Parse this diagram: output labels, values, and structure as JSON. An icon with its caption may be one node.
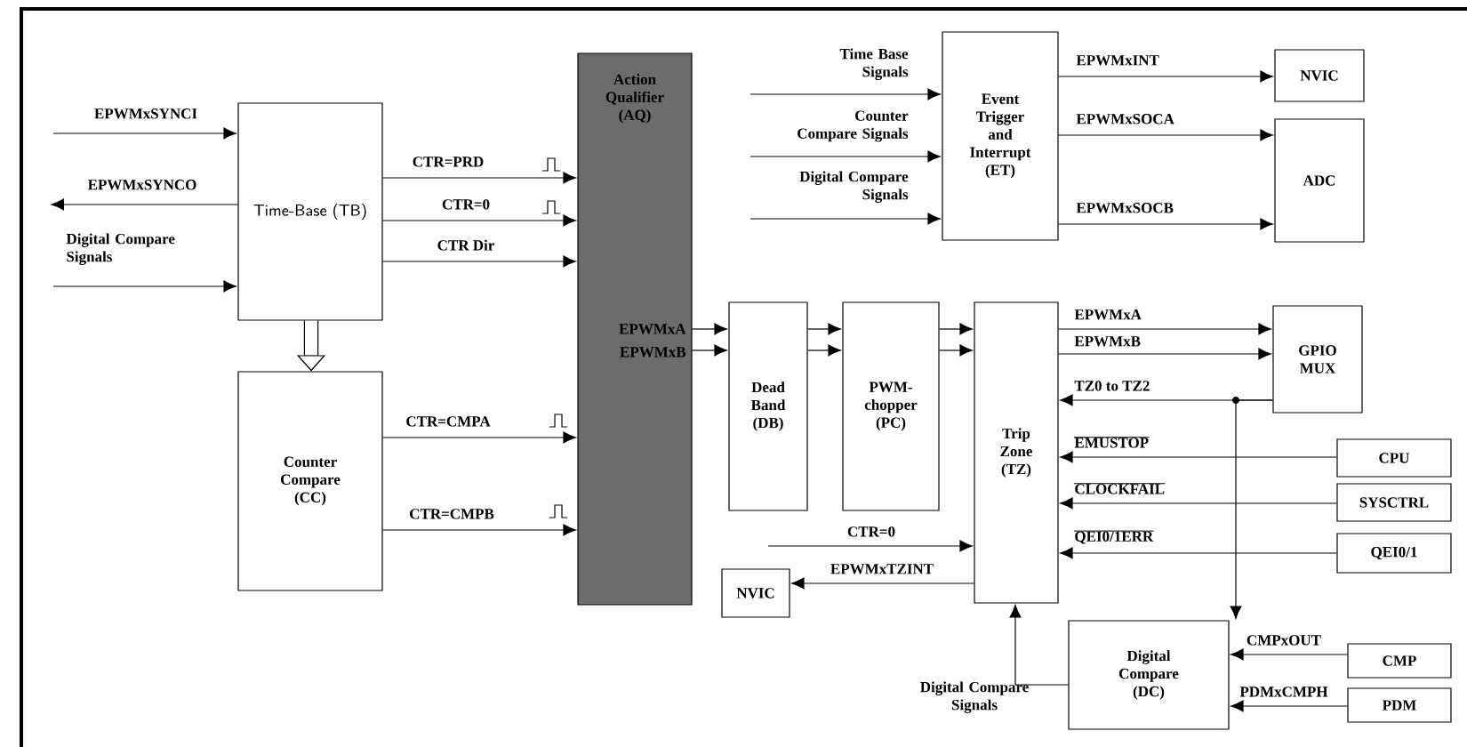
{
  "diagram": {
    "nodes": [
      {
        "text": [
          "Time-Base (TB)"
        ]
      },
      {
        "text": [
          "Counter Compare (CC)"
        ]
      },
      {
        "text": [
          "Action Qualifier (AQ)",
          "EPWMxA",
          "EPWMxB"
        ]
      },
      {
        "text": [
          "Event Trigger and Interrupt (ET)"
        ]
      },
      {
        "text": [
          "NVIC"
        ]
      },
      {
        "text": [
          "ADC"
        ]
      },
      {
        "text": [
          "Dead Band (DB)"
        ]
      },
      {
        "text": [
          "PWM-chopper (PC)"
        ]
      },
      {
        "text": [
          "Trip Zone (TZ)"
        ]
      },
      {
        "text": [
          "GPIO MUX"
        ]
      },
      {
        "text": [
          "CPU"
        ]
      },
      {
        "text": [
          "SYSCTRL"
        ]
      },
      {
        "text": [
          "QEI0/1"
        ]
      },
      {
        "text": [
          "NVIC"
        ]
      },
      {
        "text": [
          "Digital Compare (DC)"
        ]
      },
      {
        "text": [
          "CMP"
        ]
      },
      {
        "text": [
          "PDM"
        ]
      }
    ],
    "edges": [
      {
        "from": null,
        "to": 0,
        "arrow": "to",
        "label": "EPWMxSYNCI"
      },
      {
        "from": 0,
        "to": null,
        "arrow": "to",
        "label": "EPWMxSYNCO"
      },
      {
        "from": null,
        "to": 0,
        "arrow": "to",
        "label": "Digital Compare Signals"
      },
      {
        "from": 0,
        "to": 1,
        "arrow": "to",
        "style": "thick"
      },
      {
        "from": 0,
        "to": 2,
        "arrow": "to",
        "label": "CTR=PRD"
      },
      {
        "from": 0,
        "to": 2,
        "arrow": "to",
        "label": "CTR=0"
      },
      {
        "from": 0,
        "to": 2,
        "arrow": "to",
        "label": "CTR Dir"
      },
      {
        "from": 1,
        "to": 2,
        "arrow": "to",
        "label": "CTR=CMPA"
      },
      {
        "from": 1,
        "to": 2,
        "arrow": "to",
        "label": "CTR=CMPB"
      },
      {
        "from": null,
        "to": 3,
        "arrow": "to",
        "label": "Time Base Signals"
      },
      {
        "from": null,
        "to": 3,
        "arrow": "to",
        "label": "Counter Compare Signals"
      },
      {
        "from": null,
        "to": 3,
        "arrow": "to",
        "label": "Digital Compare Signals"
      },
      {
        "from": 3,
        "to": 4,
        "arrow": "to",
        "label": "EPWMxINT"
      },
      {
        "from": 3,
        "to": 5,
        "arrow": "to",
        "label": "EPWMxSOCA"
      },
      {
        "from": 3,
        "to": 5,
        "arrow": "to",
        "label": "EPWMxSOCB"
      },
      {
        "from": 2,
        "to": 6,
        "arrow": "to"
      },
      {
        "from": 2,
        "to": 6,
        "arrow": "to"
      },
      {
        "from": 6,
        "to": 7,
        "arrow": "to"
      },
      {
        "from": 6,
        "to": 7,
        "arrow": "to"
      },
      {
        "from": 7,
        "to": 8,
        "arrow": "to"
      },
      {
        "from": 7,
        "to": 8,
        "arrow": "to"
      },
      {
        "from": 8,
        "to": 9,
        "arrow": "to",
        "label": "EPWMxA"
      },
      {
        "from": 8,
        "to": 9,
        "arrow": "to",
        "label": "EPWMxB"
      },
      {
        "from": 9,
        "to": 8,
        "arrow": "to",
        "label": "TZ0 to TZ2"
      },
      {
        "from": 9,
        "to": 14,
        "arrow": "to"
      },
      {
        "from": 10,
        "to": 8,
        "arrow": "to",
        "label": "EMUSTOP"
      },
      {
        "from": 11,
        "to": 8,
        "arrow": "to",
        "label": "CLOCKFAIL"
      },
      {
        "from": 12,
        "to": 8,
        "arrow": "to",
        "label": "QEI0/1ERR"
      },
      {
        "from": null,
        "to": 8,
        "arrow": "to",
        "label": "CTR=0"
      },
      {
        "from": 8,
        "to": 13,
        "arrow": "to",
        "label": "EPWMxTZINT"
      },
      {
        "from": 14,
        "to": 8,
        "arrow": "to",
        "label": "Digital Compare Signals"
      },
      {
        "from": 15,
        "to": 14,
        "arrow": "to",
        "label": "CMPxOUT"
      },
      {
        "from": 16,
        "to": 14,
        "arrow": "to",
        "label": "PDMxCMPH"
      }
    ]
  }
}
